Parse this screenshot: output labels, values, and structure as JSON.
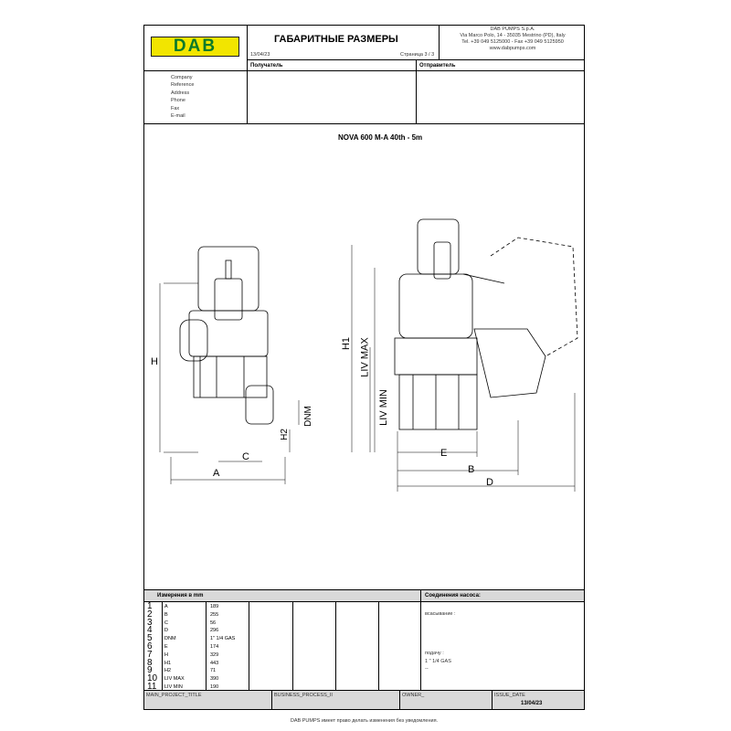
{
  "header": {
    "logo": "DAB",
    "title": "ГАБАРИТНЫЕ РАЗМЕРЫ",
    "date": "13/04/23",
    "page": "Страница 3 / 3",
    "company_lines": [
      "DAB PUMPS S.p.A.",
      "Via Marco Polo, 14 - 35035 Mestrino (PD), Italy",
      "Tel. +39 049 5125000 - Fax +39 049 5125950",
      "www.dabpumps.com"
    ],
    "recipient": "Получатель",
    "sender": "Отправитель",
    "fields": [
      "Company",
      "Reference",
      "Address",
      "Phone",
      "Fax",
      "E-mail"
    ]
  },
  "drawing": {
    "title": "NOVA 600 M-A 40th - 5m",
    "labels": {
      "A": "A",
      "B": "B",
      "C": "C",
      "D": "D",
      "E": "E",
      "H": "H",
      "H1": "H1",
      "H2": "H2",
      "DNM": "DNM",
      "LIVMAX": "LIV MAX",
      "LIVMIN": "LIV MIN"
    }
  },
  "table": {
    "header": "Измерения в  mm",
    "connections_header": "Соединения насоса:",
    "rows": [
      {
        "n": "1",
        "k": "A",
        "v": "189"
      },
      {
        "n": "2",
        "k": "B",
        "v": "255"
      },
      {
        "n": "3",
        "k": "C",
        "v": "56"
      },
      {
        "n": "4",
        "k": "D",
        "v": "296"
      },
      {
        "n": "5",
        "k": "DNM",
        "v": "1\" 1/4 GAS"
      },
      {
        "n": "6",
        "k": "E",
        "v": "174"
      },
      {
        "n": "7",
        "k": "H",
        "v": "329"
      },
      {
        "n": "8",
        "k": "H1",
        "v": "443"
      },
      {
        "n": "9",
        "k": "H2",
        "v": "71"
      },
      {
        "n": "10",
        "k": "LIV MAX",
        "v": "390"
      },
      {
        "n": "11",
        "k": "LIV MIN",
        "v": "190"
      }
    ],
    "suction": "всасывание :",
    "delivery": "подачу :",
    "delivery_value": "1 \" 1/4 GAS",
    "delivery_extra": "--"
  },
  "footer": {
    "project": "MAIN_PROJECT_TITLE",
    "process": "BUSINESS_PROCESS_II",
    "owner": "OWNER_",
    "issue_label": "ISSUE_DATE",
    "issue_date": "13/04/23",
    "note": "DAB PUMPS имеет право делать изменения без уведомления."
  }
}
